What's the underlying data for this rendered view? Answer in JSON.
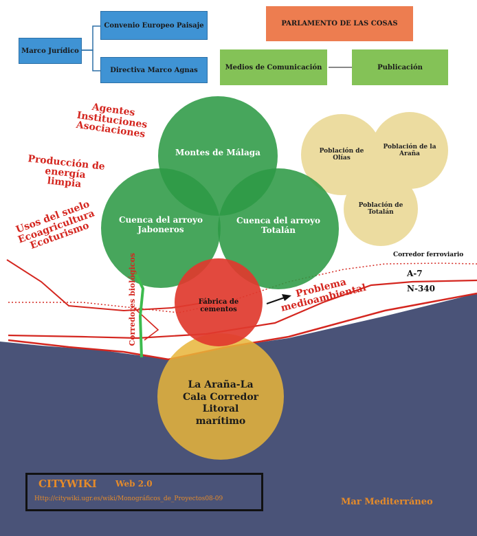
{
  "legal": {
    "root": "Marco Jurídico",
    "child_1": "Convenio Europeo Paisaje",
    "child_2": "Directiva Marco Agnas"
  },
  "parliament": "PARLAMENTO DE LAS COSAS",
  "media": {
    "left": "Medios de Comunicación",
    "right": "Publicación"
  },
  "actors": {
    "agents": "Agentes Instituciones Asociaciones",
    "energy": "Producción de energía limpia",
    "land_use": "Usos del suelo Ecoagricultura Ecoturismo"
  },
  "circles": {
    "montes": "Montes de Málaga",
    "jaboneros": "Cuenca del arroyo Jaboneros",
    "totalan_basin": "Cuenca del arroyo Totalán",
    "factory": "Fábrica de cementos",
    "coastal": "La Araña-La Cala Corredor Litoral marítimo"
  },
  "populations": {
    "olias": "Población de Olías",
    "arana": "Población de la Araña",
    "totalan": "Población de Totalán"
  },
  "infrastructure": {
    "rail": "Corredor ferroviario",
    "a7": "A-7",
    "n340": "N-340",
    "bio_corridors": "Corredores biológicos"
  },
  "problem": "Problema medioambiental",
  "sea_label": "Mar Mediterráneo",
  "citywiki": {
    "name": "CITYWIKI",
    "version": "Web 2.0",
    "url": "Http://citywiki.ugr.es/wiki/Monográficos_de_Proyectos08-09"
  },
  "colors": {
    "sea": "#4a5378",
    "blue_box": "#3f93d4",
    "green_box": "#84c257",
    "orange_box": "#ed7d50",
    "green_circle": "#2e9a45",
    "red_circle": "#e03a2e",
    "yellow_circle": "#e7b53a",
    "pop_circle": "#ecdca0",
    "road": "#d4261f",
    "label_orange": "#e58b2a"
  }
}
